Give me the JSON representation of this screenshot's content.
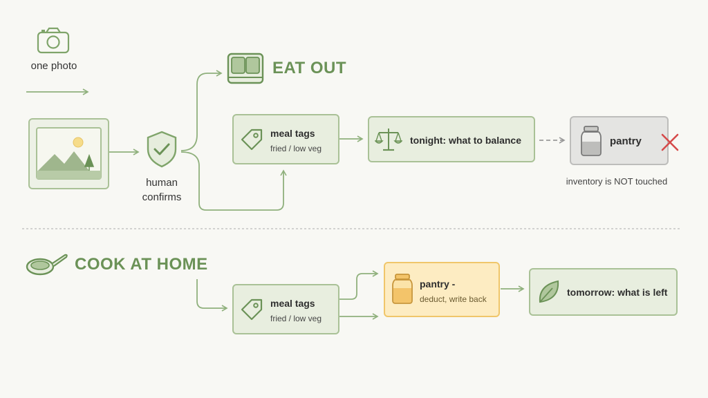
{
  "colors": {
    "background": "#f8f8f4",
    "accent_green": "#6b9257",
    "line_green": "#8fb07c",
    "box_fill": "#e8eedf",
    "box_border": "#a9c196",
    "pantry_gray_fill": "#e4e4e2",
    "pantry_yellow_fill": "#fdecc2",
    "pantry_yellow_border": "#f0c66a",
    "cross_red": "#d64a4a",
    "dashed_gray": "#999999"
  },
  "input": {
    "label": "one photo",
    "icon": "camera-icon",
    "photo_icon": "landscape-photo-icon"
  },
  "confirm": {
    "label_line1": "human",
    "label_line2": "confirms",
    "icon": "shield-check-icon"
  },
  "eat_out": {
    "heading": "EAT OUT",
    "icon": "bento-box-icon",
    "meal_tags": {
      "title": "meal tags",
      "subtitle": "fried / low veg",
      "icon": "tag-icon"
    },
    "balance": {
      "title": "tonight: what to balance",
      "icon": "scales-icon"
    },
    "pantry": {
      "title": "pantry",
      "icon": "jar-icon",
      "status_icon": "cross-icon"
    },
    "note": "inventory is NOT touched"
  },
  "cook_at_home": {
    "heading": "COOK AT HOME",
    "icon": "frying-pan-icon",
    "meal_tags": {
      "title": "meal tags",
      "subtitle": "fried / low veg",
      "icon": "tag-icon"
    },
    "pantry": {
      "title": "pantry -",
      "subtitle": "deduct, write back",
      "icon": "jar-icon"
    },
    "leftover": {
      "title": "tomorrow: what is left",
      "icon": "leaf-icon"
    }
  }
}
